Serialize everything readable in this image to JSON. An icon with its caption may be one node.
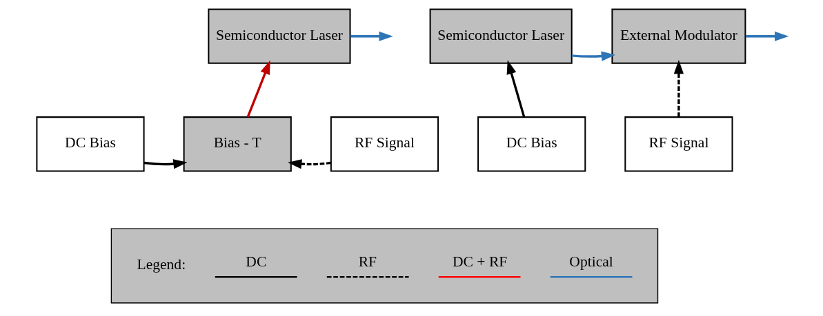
{
  "diagram": {
    "nodes": [
      {
        "text": [
          "Semiconductor Laser"
        ]
      },
      {
        "text": [
          "DC Bias"
        ]
      },
      {
        "text": [
          "Bias - T"
        ]
      },
      {
        "text": [
          "RF Signal"
        ]
      },
      {
        "text": [
          "Semiconductor Laser"
        ]
      },
      {
        "text": [
          "External Modulator"
        ]
      },
      {
        "text": [
          "DC Bias"
        ]
      },
      {
        "text": [
          "RF Signal"
        ]
      }
    ],
    "edges": [
      {
        "from": 0,
        "to": null,
        "arrow": "to",
        "color": "#2e75b6"
      },
      {
        "from": 2,
        "to": 0,
        "arrow": "to",
        "color": "#c00000"
      },
      {
        "from": 1,
        "to": 2,
        "arrow": "to"
      },
      {
        "from": 3,
        "to": 2,
        "arrow": "to",
        "style": "dashed"
      },
      {
        "from": 6,
        "to": 4,
        "arrow": "to"
      },
      {
        "from": 4,
        "to": 5,
        "arrow": "to",
        "color": "#2e75b6"
      },
      {
        "from": 5,
        "to": null,
        "arrow": "to",
        "color": "#2e75b6"
      },
      {
        "from": 7,
        "to": 5,
        "arrow": "to",
        "style": "dashed"
      }
    ],
    "labels": [
      "Legend:"
    ],
    "legend": [
      {
        "text": "DC"
      },
      {
        "text": "RF"
      },
      {
        "text": "DC + RF"
      },
      {
        "text": "Optical"
      }
    ]
  }
}
